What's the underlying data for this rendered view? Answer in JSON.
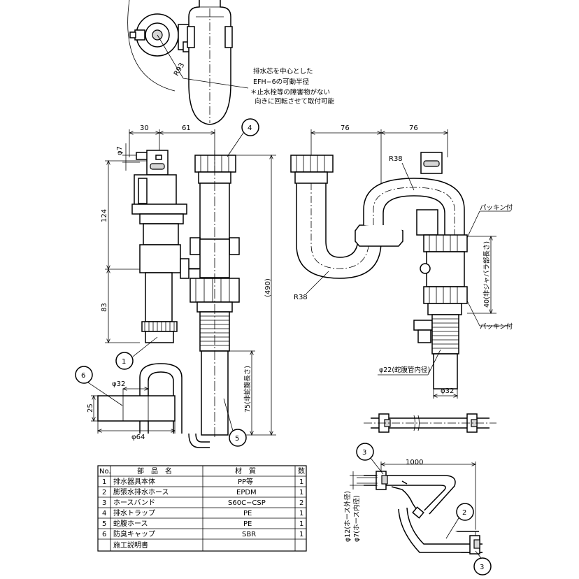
{
  "top_notes": {
    "line1": "排水芯を中心とした",
    "line2": "EFH−6の可動半径",
    "line3": "＊止水栓等の障害物がない",
    "line4": "向きに回転させて取付可能"
  },
  "dimensions": {
    "r93": "R93",
    "d30": "30",
    "d61": "61",
    "d7": "φ7",
    "d124": "124",
    "d83": "83",
    "d490": "(490)",
    "d75": "75(非蛇腹長さ)",
    "d76a": "76",
    "d76b": "76",
    "r38a": "R38",
    "r38b": "R38",
    "packing_top": "パッキン付",
    "packing_bottom": "パッキン付",
    "d40": "40(非ジャバラ部長さ)",
    "d22": "φ22(蛇腹管内径)",
    "d32right": "φ32",
    "d32cap": "φ32",
    "d64cap": "φ64",
    "d25cap": "25",
    "d1000": "1000",
    "d12": "φ12(ホース外径)",
    "d7hose": "φ7(ホース内径)"
  },
  "callouts": [
    "1",
    "2",
    "3",
    "4",
    "5",
    "6"
  ],
  "parts_table": {
    "headers": [
      "No.",
      "部　品　名",
      "材　質",
      "数"
    ],
    "rows": [
      [
        "1",
        "排水器具本体",
        "PP等",
        "1"
      ],
      [
        "2",
        "膨張水排水ホース",
        "EPDM",
        "1"
      ],
      [
        "3",
        "ホースバンド",
        "S60C−CSP",
        "2"
      ],
      [
        "4",
        "排水トラップ",
        "PE",
        "1"
      ],
      [
        "5",
        "蛇腹ホース",
        "PE",
        "1"
      ],
      [
        "6",
        "防臭キャップ",
        "SBR",
        "1"
      ],
      [
        "",
        "施工説明書",
        "",
        ""
      ]
    ]
  }
}
